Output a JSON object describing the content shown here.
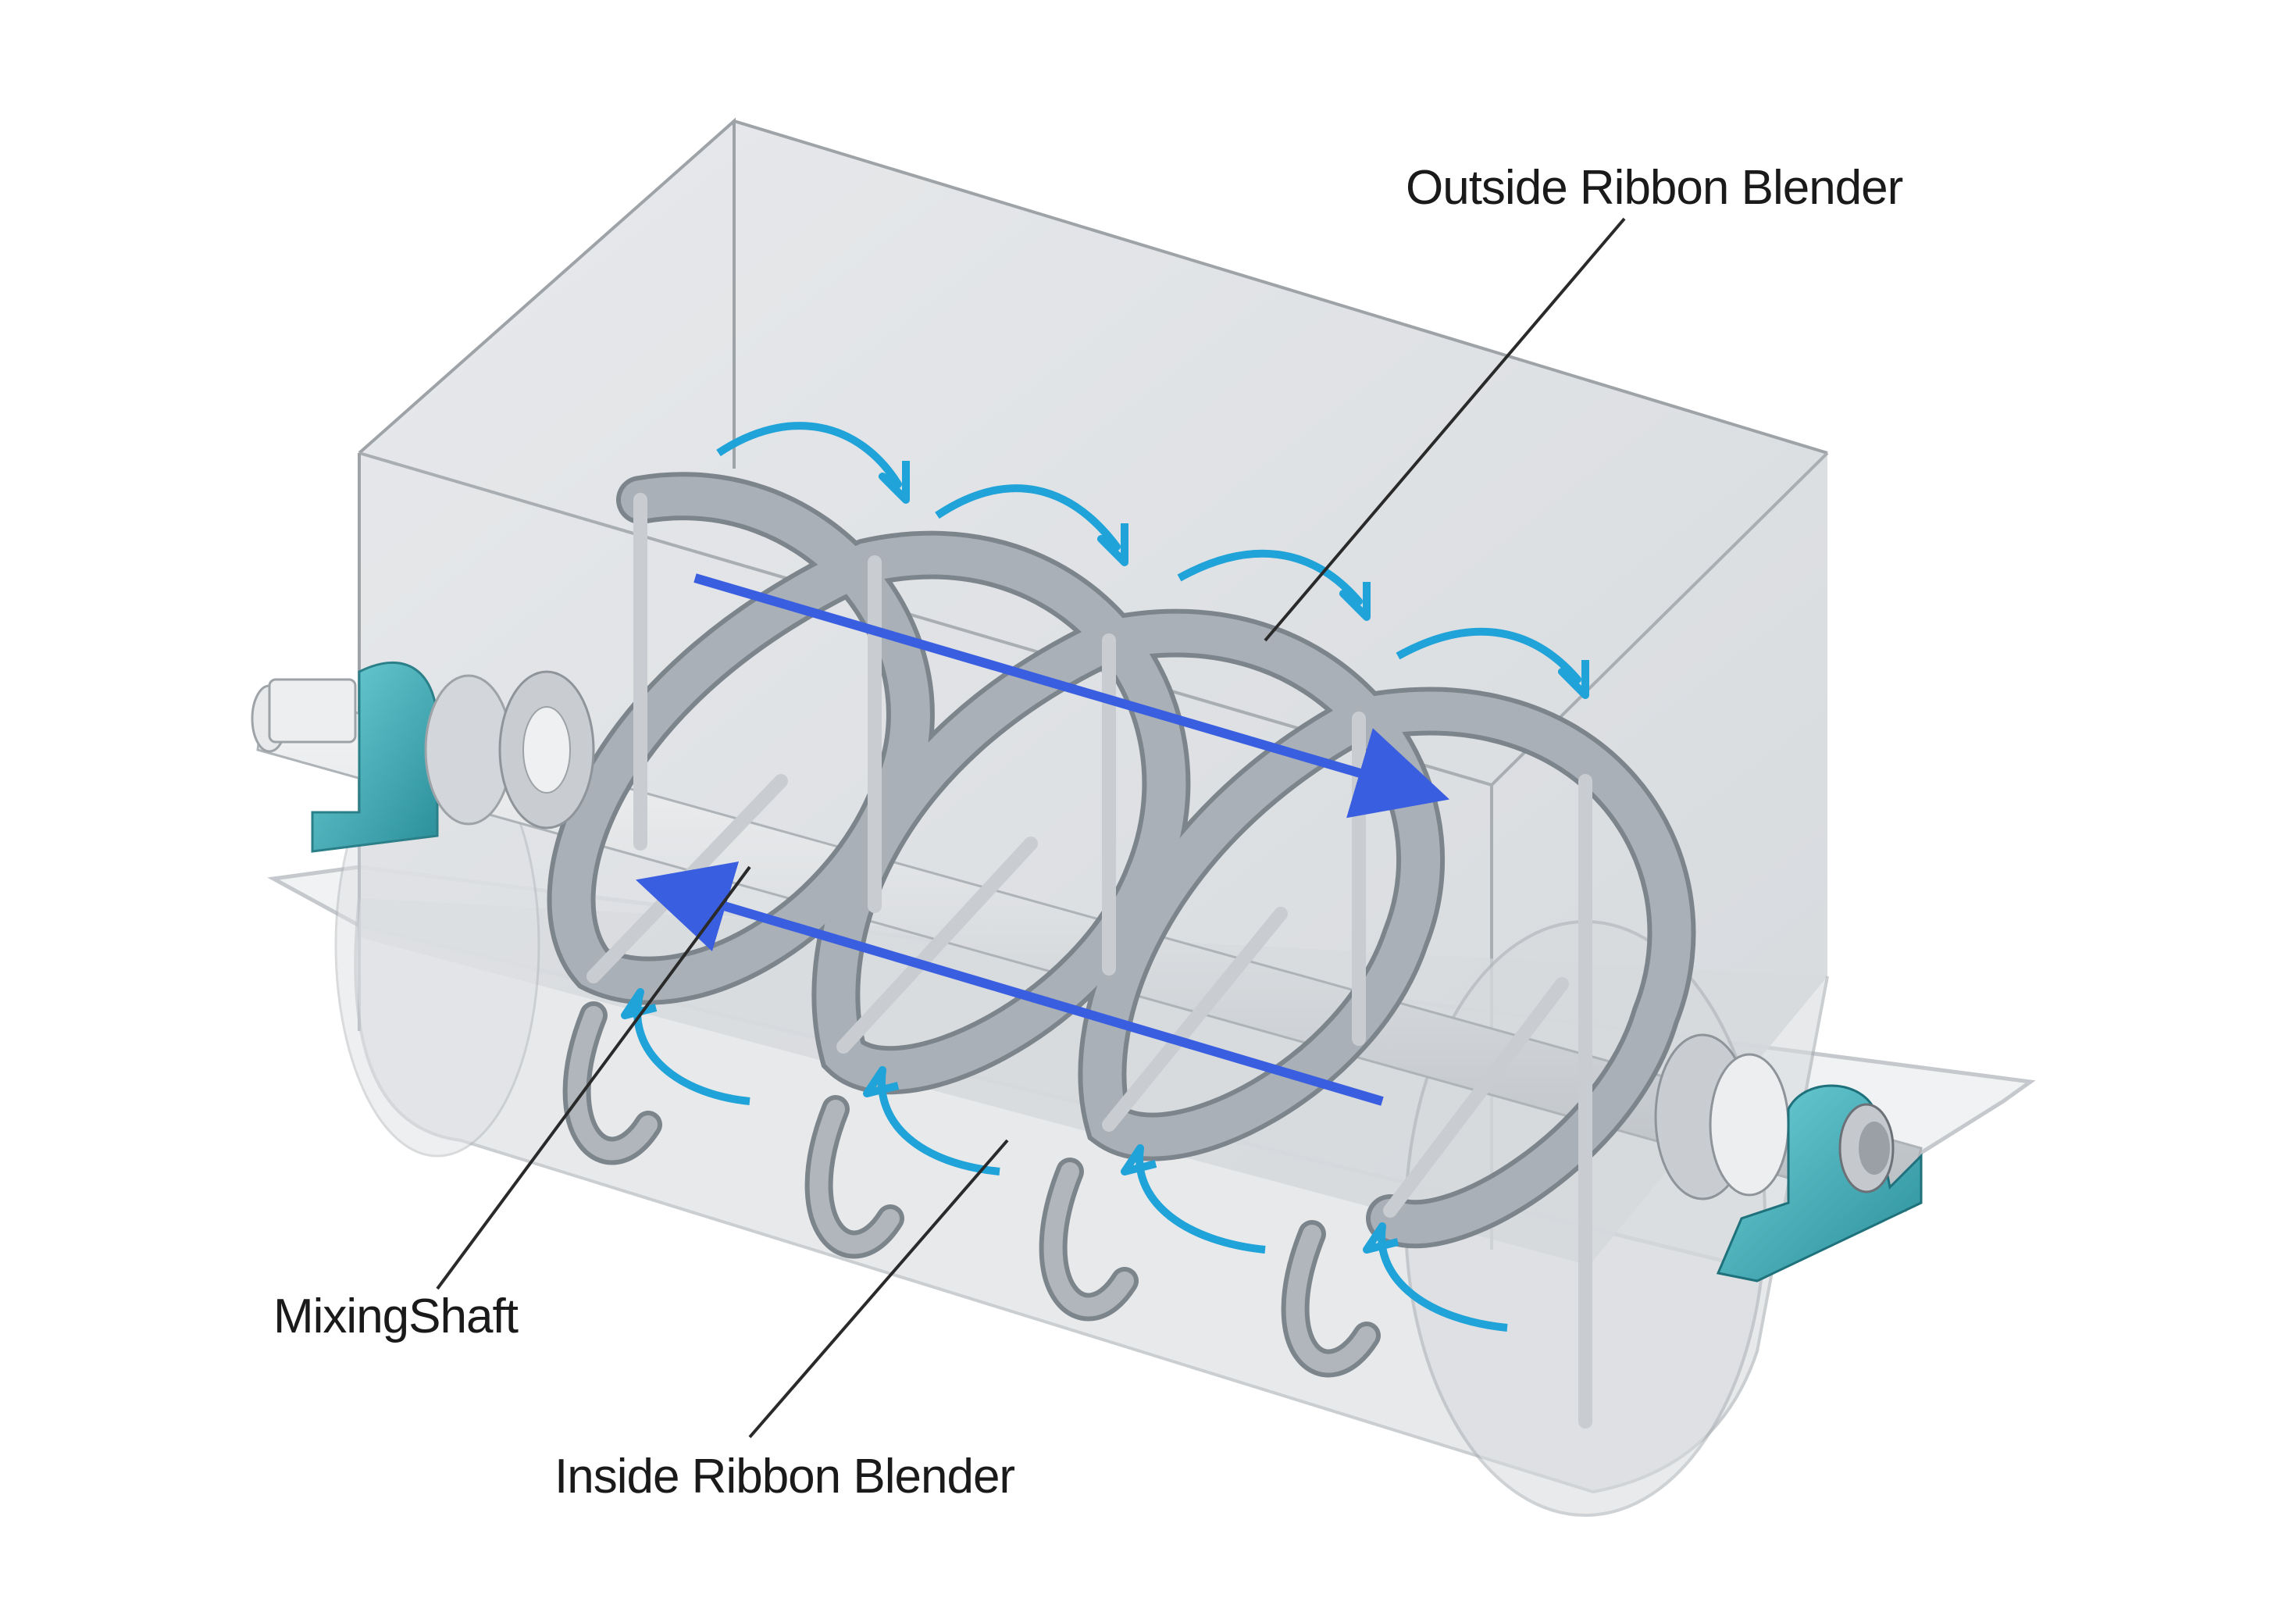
{
  "diagram": {
    "title": "Ribbon Blender Mixing Diagram",
    "labels": {
      "outside_ribbon": "Outside Ribbon Blender",
      "mixing_shaft": "MixingShaft",
      "inside_ribbon": "Inside Ribbon Blender"
    },
    "colors": {
      "background": "#ffffff",
      "housing_fill": "#d4d7db",
      "housing_edge": "#9ea3a8",
      "ribbon": "#a3aab1",
      "ribbon_edge": "#7d858c",
      "shaft": "#e6e8ea",
      "bearing": "#3fa8b3",
      "flow_arrow_light": "#1fa3d8",
      "flow_arrow_dark": "#3a5ee0",
      "leader_line": "#2a2a2a",
      "text": "#1a1a1a"
    },
    "components": [
      {
        "id": "trough",
        "name": "U-trough housing"
      },
      {
        "id": "shaft",
        "name": "Mixing shaft"
      },
      {
        "id": "outer-ribbon",
        "name": "Outside ribbon"
      },
      {
        "id": "inner-ribbon",
        "name": "Inside ribbon"
      },
      {
        "id": "bearing-left",
        "name": "Left pillow block bearing"
      },
      {
        "id": "bearing-right",
        "name": "Right pillow block bearing"
      }
    ],
    "flow": {
      "top_arrows": 4,
      "bottom_arrows": 4,
      "axial_arrows": [
        "left-to-right upper",
        "right-to-left lower"
      ]
    }
  }
}
